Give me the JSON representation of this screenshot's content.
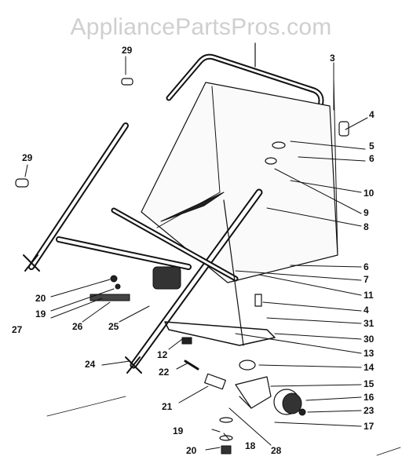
{
  "watermark": "AppliancePartsPros.com",
  "callouts": [
    "29",
    "3",
    "4",
    "5",
    "6",
    "29",
    "10",
    "9",
    "8",
    "6",
    "7",
    "11",
    "20",
    "19",
    "27",
    "26",
    "25",
    "4",
    "31",
    "30",
    "13",
    "12",
    "14",
    "24",
    "22",
    "15",
    "16",
    "21",
    "23",
    "17",
    "19",
    "18",
    "28",
    "20"
  ],
  "colors": {
    "ink": "#111111",
    "watermark": "#cfcfcf",
    "background": "#ffffff"
  }
}
